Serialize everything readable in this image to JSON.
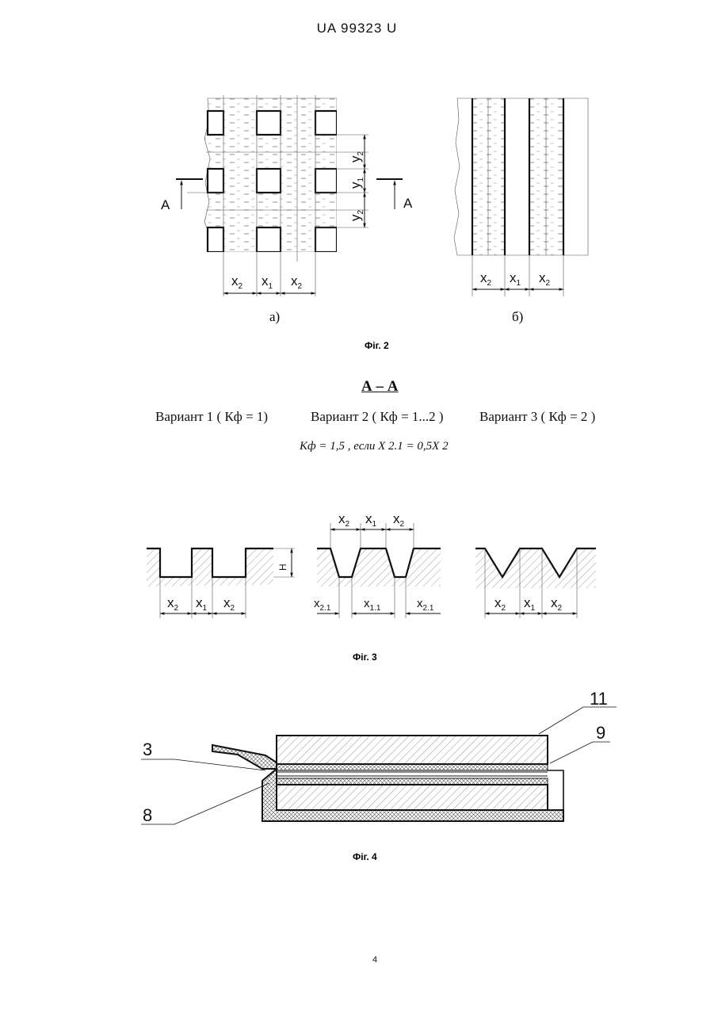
{
  "header": {
    "doc_number": "UA   99323   U"
  },
  "fig2": {
    "caption": "Фіг. 2",
    "panel_a": "а)",
    "panel_b": "б)",
    "section_letter": "А",
    "x1": "x",
    "x1_sub": "1",
    "x2": "x",
    "x2_sub": "2",
    "y1": "y",
    "y1_sub": "1",
    "y2": "y",
    "y2_sub": "2"
  },
  "section": {
    "title": "А – А",
    "variant1": "Вариант 1 ( Кф = 1)",
    "variant2": "Вариант 2 ( Кф = 1...2 )",
    "variant3": "Вариант 3 ( Кф = 2 )",
    "formula": "Кф = 1,5 , если  X 2.1 = 0,5X 2"
  },
  "fig3": {
    "caption": "Фіг. 3",
    "H": "H",
    "x21": "x",
    "x21_sub": "2.1",
    "x11": "x",
    "x11_sub": "1.1"
  },
  "fig4": {
    "caption": "Фіг. 4",
    "labels": [
      "11",
      "9",
      "3",
      "8"
    ]
  },
  "page_number": "4"
}
